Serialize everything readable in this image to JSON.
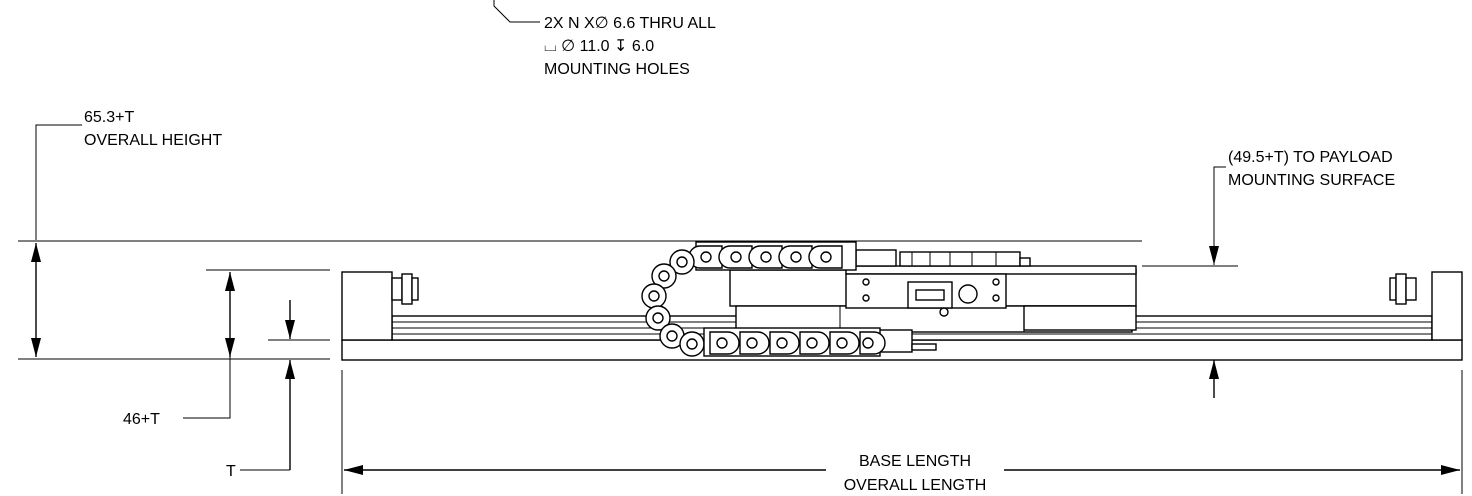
{
  "callouts": {
    "mounting_holes": {
      "line1": "2X N X∅ 6.6 THRU ALL",
      "line2": "⌴ ∅ 11.0 ↧ 6.0",
      "line3": "MOUNTING HOLES"
    },
    "overall_height": {
      "value": "65.3+T",
      "label": "OVERALL HEIGHT"
    },
    "payload_surface": {
      "line1": "(49.5+T) TO PAYLOAD",
      "line2": "MOUNTING SURFACE"
    },
    "height_46": "46+T",
    "table_t": "T",
    "length": {
      "line1": "BASE LENGTH",
      "line2": "OVERALL LENGTH"
    }
  }
}
